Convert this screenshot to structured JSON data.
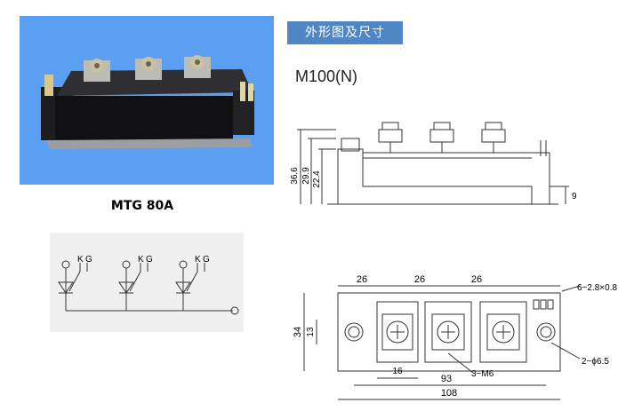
{
  "product": {
    "label": "MTG 80A"
  },
  "header": {
    "title": "外形图及尺寸"
  },
  "drawing": {
    "model": "M100(N)"
  },
  "side_view": {
    "dims": {
      "overall_height": "36.6",
      "body_height": "29.9",
      "base_height": "22.4",
      "pin_height": "9"
    }
  },
  "circuit": {
    "terminal_k": "K",
    "terminal_g": "G"
  },
  "top_view": {
    "dims": {
      "pitch_1": "26",
      "pitch_2": "26",
      "pitch_3": "26",
      "height": "34",
      "inner_height": "13",
      "terminal_width": "16",
      "mount_span": "93",
      "overall_length": "108",
      "pin_callout": "6−2.8×0.8",
      "screw_callout": "3−M6",
      "hole_callout": "2−ϕ6.5"
    }
  },
  "colors": {
    "photo_bg": "#5a9ff2",
    "header_bg": "#4f86c6",
    "circuit_bg": "#f0f0f0"
  }
}
